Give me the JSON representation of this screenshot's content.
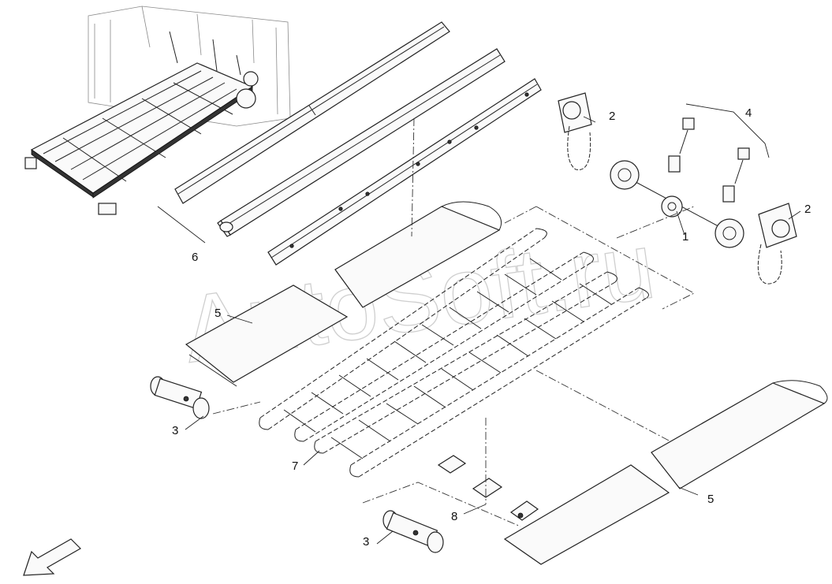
{
  "diagram": {
    "watermark": "AutoSoft.ru",
    "callouts": {
      "c1": "1",
      "c2a": "2",
      "c2b": "2",
      "c3a": "3",
      "c3b": "3",
      "c4": "4",
      "c5a": "5",
      "c5b": "5",
      "c6": "6",
      "c7": "7",
      "c8": "8"
    },
    "icons": {
      "direction": "arrow-down-left-icon"
    }
  }
}
